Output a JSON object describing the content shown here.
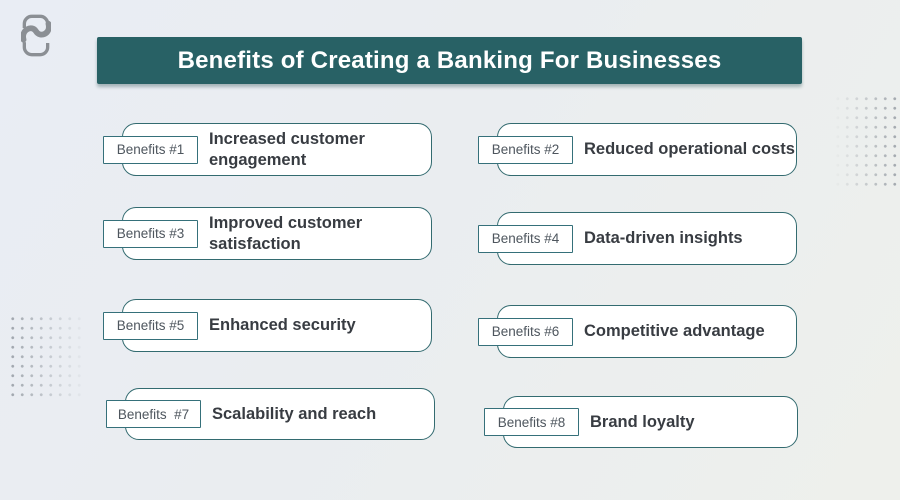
{
  "header": {
    "title": "Benefits of Creating a Banking For Businesses"
  },
  "benefits": [
    {
      "tag": "Benefits #1",
      "title": "Increased customer engagement"
    },
    {
      "tag": "Benefits #2",
      "title": "Reduced operational costs"
    },
    {
      "tag": "Benefits #3",
      "title": "Improved customer satisfaction"
    },
    {
      "tag": "Benefits #4",
      "title": "Data-driven insights"
    },
    {
      "tag": "Benefits #5",
      "title": "Enhanced security"
    },
    {
      "tag": "Benefits #6",
      "title": "Competitive advantage"
    },
    {
      "tag": "Benefits  #7",
      "title": "Scalability and reach"
    },
    {
      "tag": "Benefits #8",
      "title": "Brand loyalty"
    }
  ],
  "icons": {
    "brand_logo": "rounded-phone-outline-with-wave"
  },
  "colors": {
    "banner_background": "#286165",
    "banner_text": "#ffffff",
    "card_border": "#336b70",
    "tag_border": "#35707a",
    "card_background": "#ffffff",
    "title_text": "#383c42",
    "tag_text": "#4e565e",
    "logo_gray": "#8b8f94",
    "dot_gray": "#9aa0a7",
    "page_background_start": "#e9edf4",
    "page_background_end": "#eef0ec"
  }
}
